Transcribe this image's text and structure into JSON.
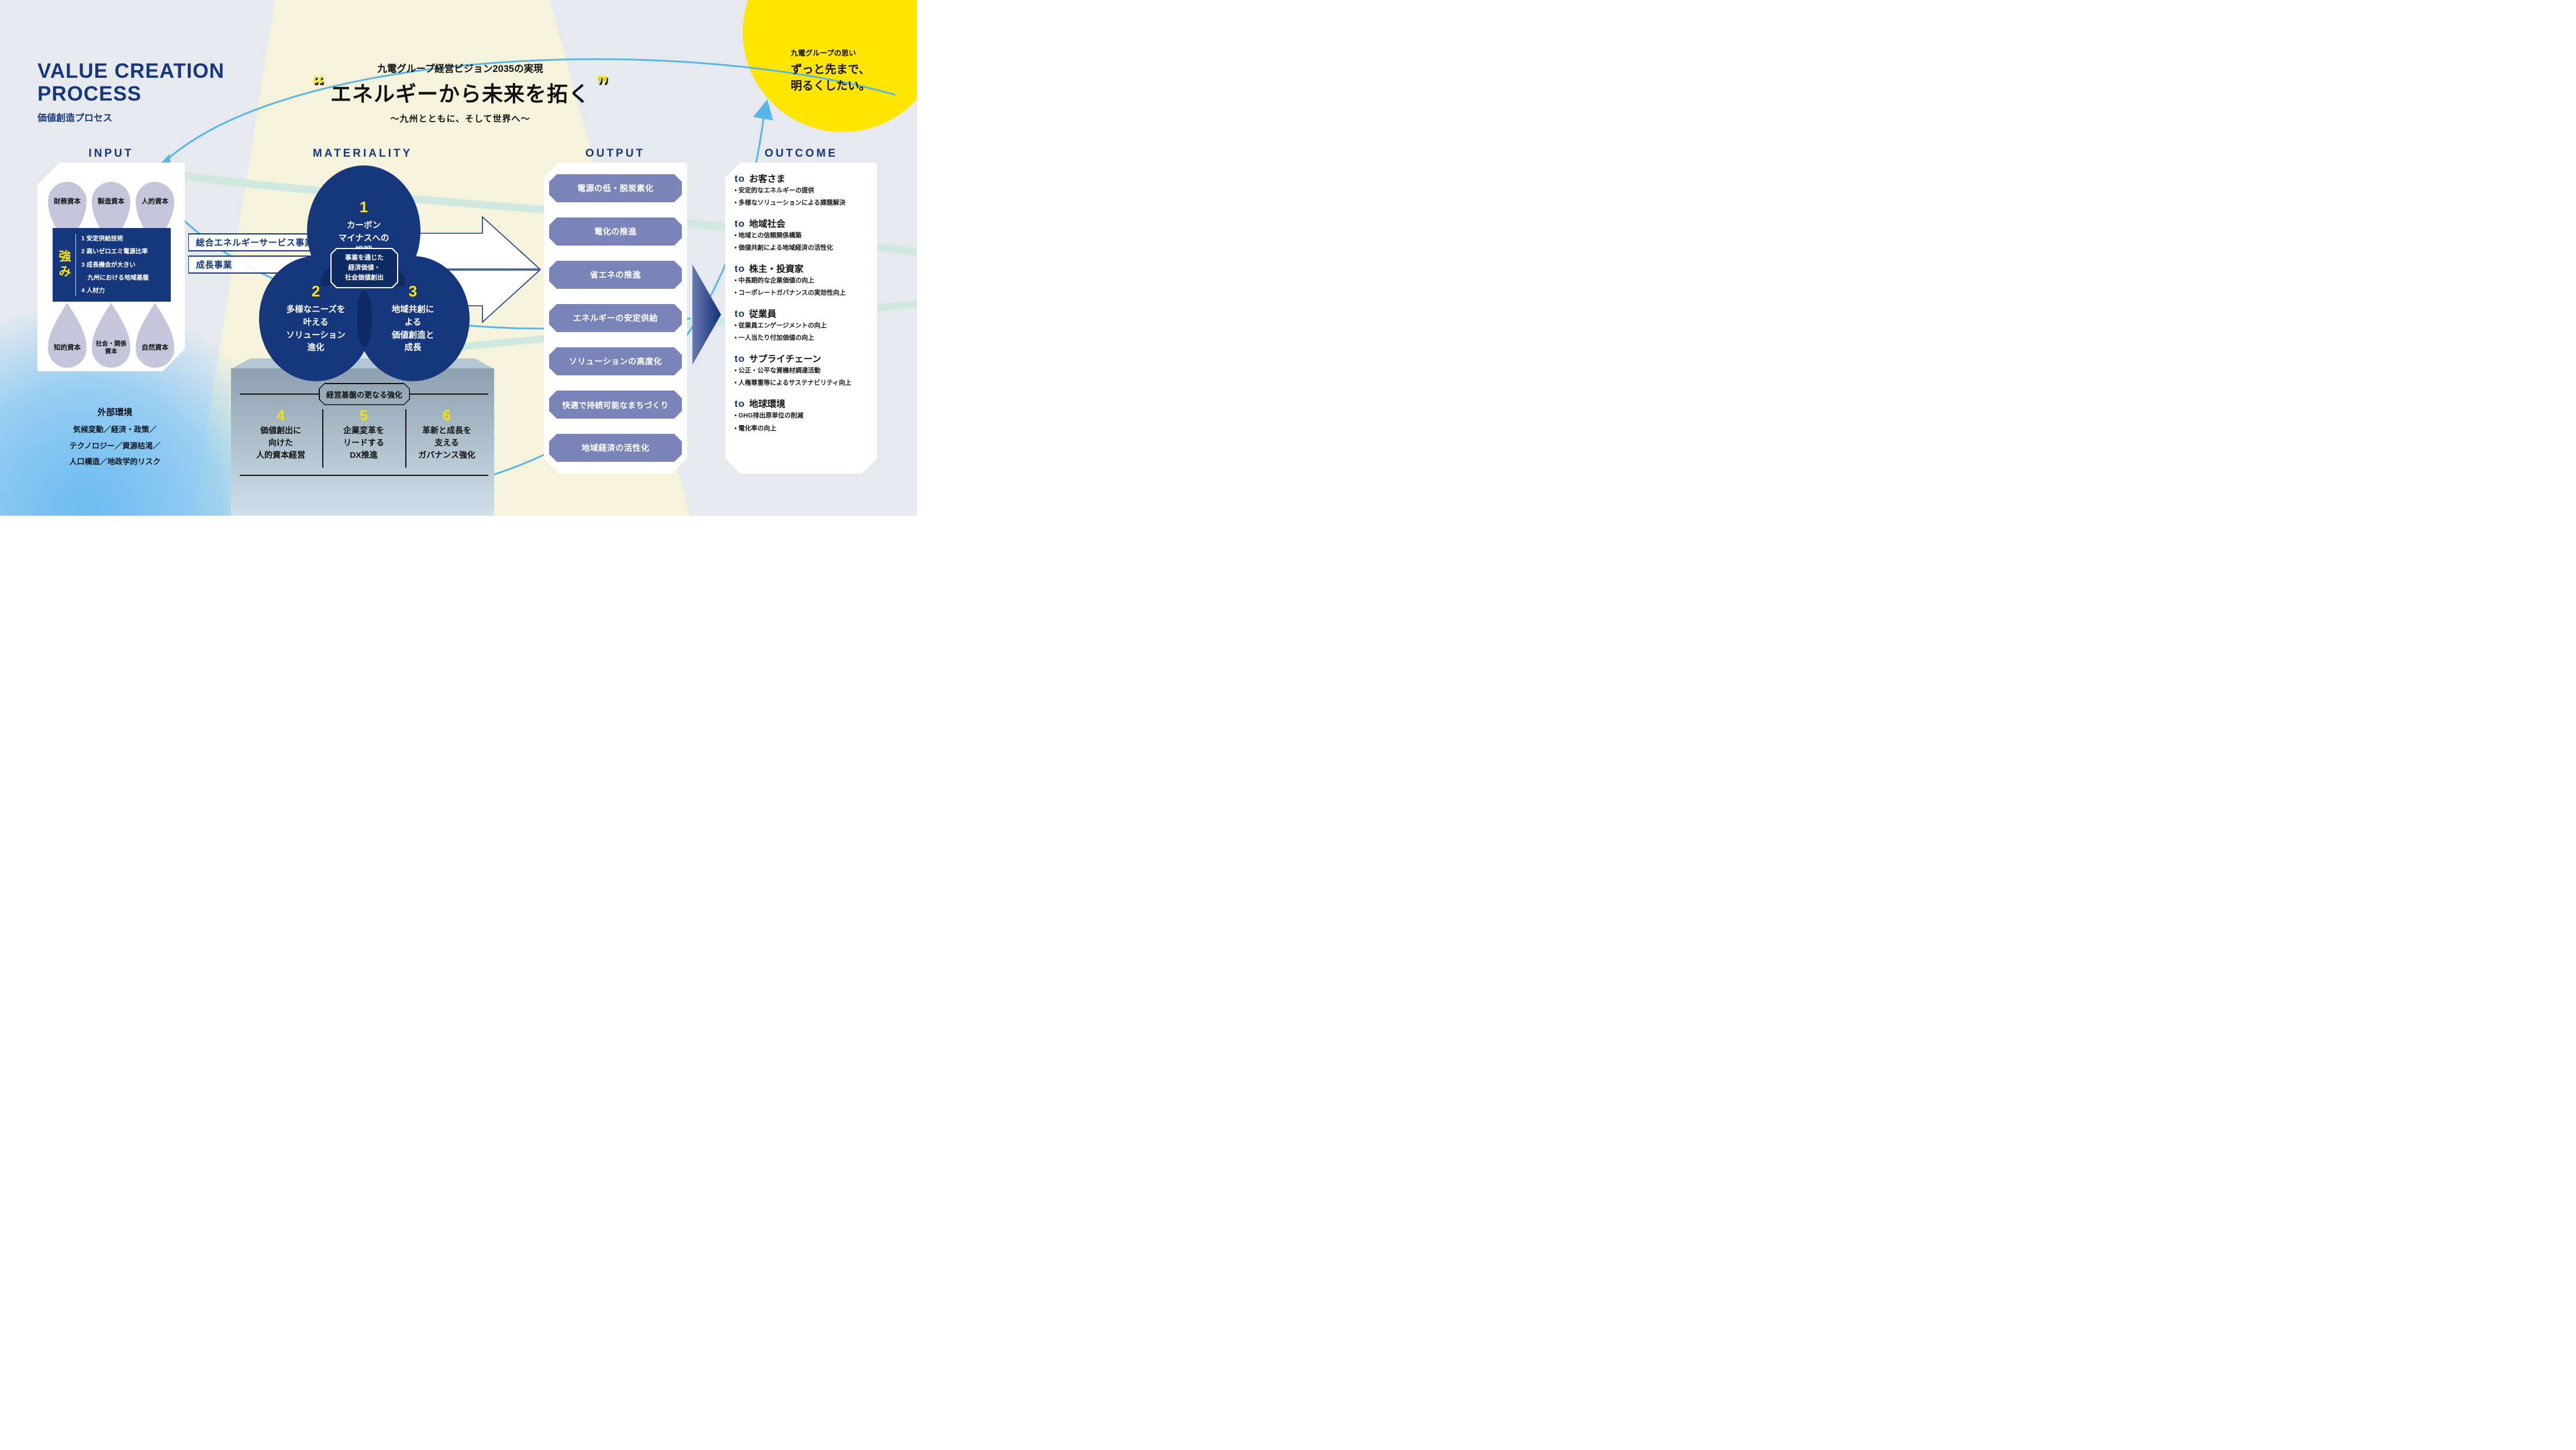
{
  "colors": {
    "navy": "#16377e",
    "accent_yellow": "#ffe600",
    "cream_beam": "#f5f3dc",
    "drop_lavender": "#c5c6db",
    "output_item_purple": "#7a84b9",
    "background": "#e6eaef",
    "arc_blue": "#57b6e9",
    "band_teal": "#cfe9e0"
  },
  "header": {
    "title_line1": "VALUE CREATION",
    "title_line2": "PROCESS",
    "subtitle": "価値創造プロセス"
  },
  "vision": {
    "eyebrow": "九電グループ経営ビジョン2035の実現",
    "quote_open": "“",
    "quote_close": "”",
    "headline": "エネルギーから未来を拓く",
    "tagline": "～九州とともに、そして世界へ～"
  },
  "thought": {
    "label": "九電グループの思い",
    "line1": "ずっと先まで、",
    "line2": "明るくしたい。"
  },
  "section_headers": {
    "input": "INPUT",
    "materiality": "MATERIALITY",
    "output": "OUTPUT",
    "outcome": "OUTCOME"
  },
  "input": {
    "capitals_top": [
      "財務資本",
      "製造資本",
      "人的資本"
    ],
    "strengths_label": "強み",
    "strengths_lines": "1 安定供給技術\n2 高いゼロエミ電源比率\n3 成長機会が大きい\n　九州における地域基盤\n4 人材力",
    "capitals_bottom_1": "知的資本",
    "capitals_bottom_2a": "社会・関係",
    "capitals_bottom_2b": "資本",
    "capitals_bottom_3": "自然資本"
  },
  "external": {
    "title": "外部環境",
    "lines": [
      "気候変動／経済・政策／",
      "テクノロジー／資源枯渇／",
      "人口構造／地政学的リスク"
    ]
  },
  "materiality": {
    "business_bar_1": "総合エネルギーサービス事業",
    "business_bar_2": "成長事業",
    "circle1": {
      "number": "1",
      "lines": [
        "カーボン",
        "マイナスへの",
        "挑戦"
      ]
    },
    "circle2": {
      "number": "2",
      "lines": [
        "多様なニーズを",
        "叶える",
        "ソリューション",
        "進化"
      ]
    },
    "circle3": {
      "number": "3",
      "lines": [
        "地域共創に",
        "よる",
        "価値創造と",
        "成長"
      ]
    },
    "center_box": [
      "事業を通じた",
      "経済価値・",
      "社会価値創出"
    ]
  },
  "foundation": {
    "title": "経営基盤の更なる強化",
    "items": [
      {
        "number": "4",
        "lines": [
          "価値創出に",
          "向けた",
          "人的資本経営"
        ]
      },
      {
        "number": "5",
        "lines": [
          "企業変革を",
          "リードする",
          "DX推進"
        ]
      },
      {
        "number": "6",
        "lines": [
          "革新と成長を",
          "支える",
          "ガバナンス強化"
        ]
      }
    ]
  },
  "output": {
    "items": [
      "電源の低・脱炭素化",
      "電化の推進",
      "省エネの推進",
      "エネルギーの安定供給",
      "ソリューションの高度化",
      "快適で持続可能なまちづくり",
      "地域経済の活性化"
    ]
  },
  "outcome": {
    "groups": [
      {
        "prefix": "to",
        "name": "お客さま",
        "bullets": [
          "安定的なエネルギーの提供",
          "多様なソリューションによる課題解決"
        ]
      },
      {
        "prefix": "to",
        "name": "地域社会",
        "bullets": [
          "地域との信頼関係構築",
          "価値共創による地域経済の活性化"
        ]
      },
      {
        "prefix": "to",
        "name": "株主・投資家",
        "bullets": [
          "中長期的な企業価値の向上",
          "コーポレートガバナンスの実効性向上"
        ]
      },
      {
        "prefix": "to",
        "name": "従業員",
        "bullets": [
          "従業員エンゲージメントの向上",
          "一人当たり付加価値の向上"
        ]
      },
      {
        "prefix": "to",
        "name": "サプライチェーン",
        "bullets": [
          "公正・公平な資機材調達活動",
          "人権尊重等によるサステナビリティ向上"
        ]
      },
      {
        "prefix": "to",
        "name": "地球環境",
        "bullets": [
          "GHG排出原単位の削減",
          "電化率の向上"
        ]
      }
    ]
  }
}
